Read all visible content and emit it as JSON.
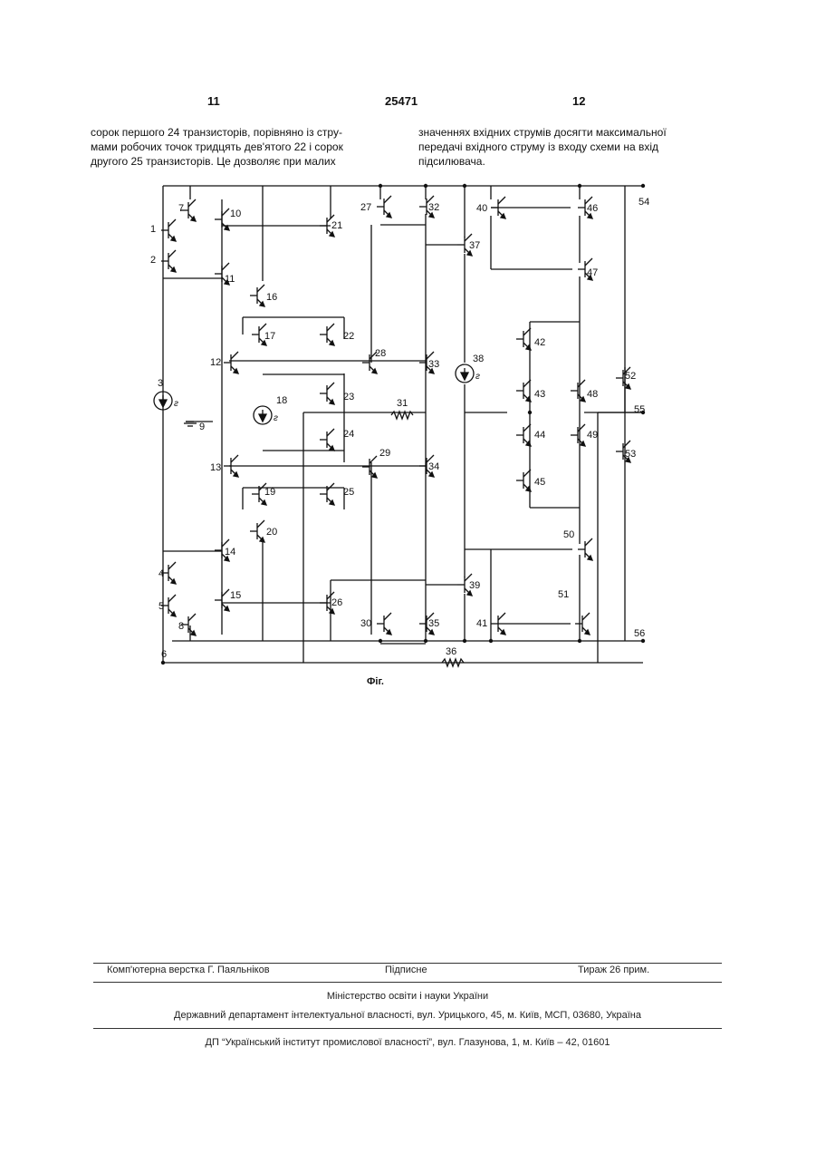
{
  "header": {
    "left_page": "11",
    "patent_number": "25471",
    "right_page": "12"
  },
  "body": {
    "left_column": [
      "сорок першого 24 транзисторів, порівняно із стру-",
      "мами робочих точок тридцять дев'ятого 22 і сорок",
      "другого 25 транзисторів. Це дозволяє при малих"
    ],
    "right_column": [
      "значеннях вхідних струмів досягти максимальної",
      "передачі вхідного струму із входу схеми на вхід",
      "підсилювача."
    ]
  },
  "figure": {
    "caption": "Фіг.",
    "current_source_symbol": "г",
    "labels": [
      "1",
      "2",
      "3",
      "4",
      "5",
      "6",
      "7",
      "8",
      "9",
      "10",
      "11",
      "12",
      "13",
      "14",
      "15",
      "16",
      "17",
      "18",
      "19",
      "20",
      "21",
      "22",
      "23",
      "24",
      "25",
      "26",
      "27",
      "28",
      "29",
      "30",
      "31",
      "32",
      "33",
      "34",
      "35",
      "36",
      "37",
      "38",
      "39",
      "40",
      "41",
      "42",
      "43",
      "44",
      "45",
      "46",
      "47",
      "48",
      "49",
      "50",
      "51",
      "52",
      "53",
      "54",
      "55",
      "56"
    ]
  },
  "footer": {
    "typesetting": "Комп'ютерна верстка Г. Паяльніков",
    "signed": "Підписне",
    "circulation": "Тираж 26 прим.",
    "ministry": "Міністерство освіти і науки України",
    "department": "Державний департамент інтелектуальної власності, вул. Урицького, 45, м. Київ, МСП, 03680, Україна",
    "institute": "ДП “Український інститут промислової власності”, вул. Глазунова, 1, м. Київ – 42, 01601"
  }
}
